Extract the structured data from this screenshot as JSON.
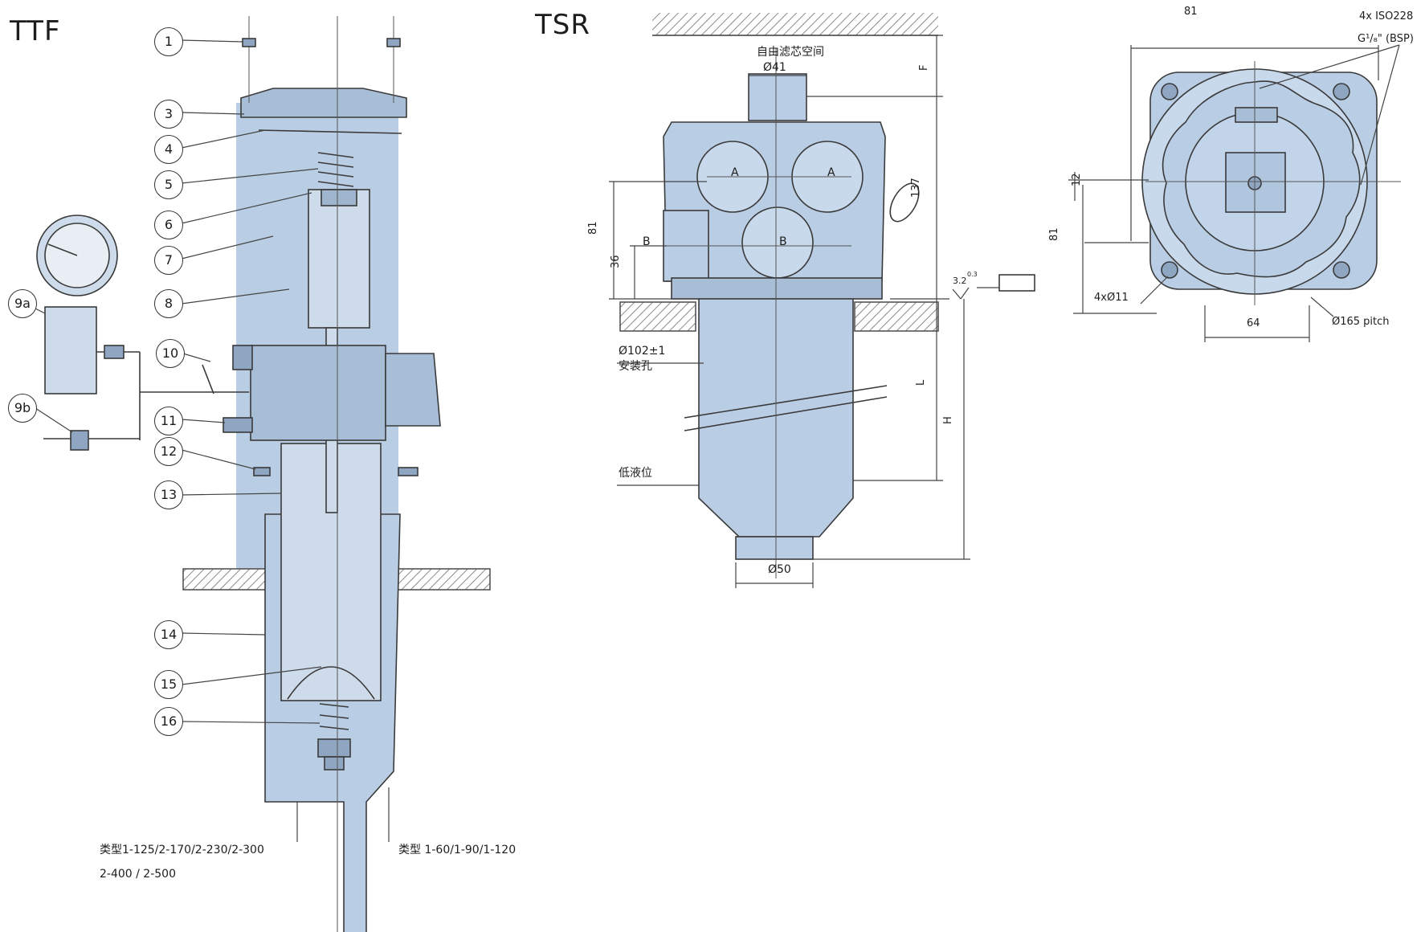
{
  "ttf": {
    "title": "TTF",
    "callouts": [
      "1",
      "3",
      "4",
      "5",
      "6",
      "7",
      "8",
      "9a",
      "9b",
      "10",
      "11",
      "12",
      "13",
      "14",
      "15",
      "16"
    ],
    "type_label_left": "类型1-125/2-170/2-230/2-300",
    "type_label_left_line2": "2-400 / 2-500",
    "type_label_right": "类型 1-60/1-90/1-120"
  },
  "tsr": {
    "title": "TSR",
    "free_space_label": "自由滤芯空间",
    "dia_top": "Ø41",
    "dim_F": "F",
    "dim_137": "137",
    "port_A_left": "A",
    "port_A_right": "A",
    "port_B_left": "B",
    "port_B_center": "B",
    "dim_81": "81",
    "dim_36": "36",
    "roughness": "3.2",
    "roughness_sup": "0.3",
    "mount_hole_dia": "Ø102±1",
    "mount_hole_label": "安装孔",
    "dim_L": "L",
    "dim_H": "H",
    "low_level_label": "低液位",
    "dia_bottom": "Ø50"
  },
  "top_view": {
    "dim_81_top": "81",
    "thread_label": "4x ISO228",
    "thread_size": "G¹/₈\" (BSP)",
    "dim_12": "12",
    "dim_81_side": "81",
    "holes_label": "4xØ11",
    "dim_64": "64",
    "pitch_label": "Ø165 pitch"
  },
  "colors": {
    "body_fill": "#b9cde4",
    "body_stroke": "#3a3a3a",
    "hatch": "#8a8a8a",
    "line": "#444444"
  }
}
